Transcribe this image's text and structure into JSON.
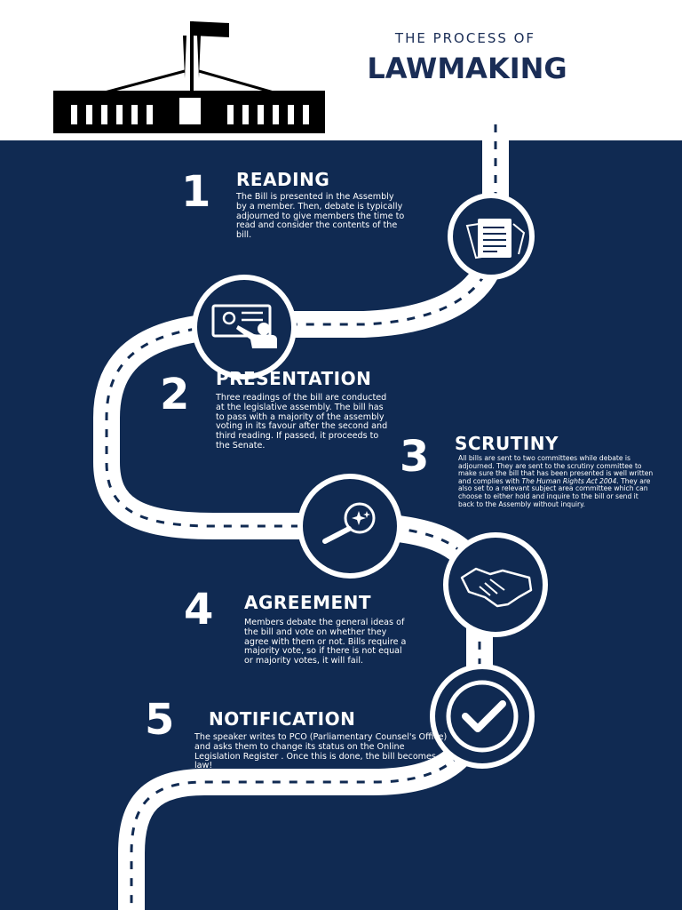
{
  "header": {
    "subtitle": "THE PROCESS OF",
    "title": "LAWMAKING"
  },
  "colors": {
    "navy": "#102a52",
    "white": "#ffffff",
    "title_navy": "#1a2d56"
  },
  "steps": [
    {
      "number": "1",
      "title": "READING",
      "text": "The Bill is presented in the Assembly by a member. Then, debate is typically adjourned to give members the time to read and consider the contents of the bill.",
      "icon": "documents-icon"
    },
    {
      "number": "2",
      "title": "PRESENTATION",
      "text": "Three readings of the bill are conducted at the legislative assembly. The bill has to pass with a majority of the assembly voting in its favour after the second and third reading. If passed, it proceeds to the Senate.",
      "icon": "presenter-icon"
    },
    {
      "number": "3",
      "title": "SCRUTINY",
      "text_before": "All bills are sent to two committees while debate is adjourned. They are sent to the scrutiny committee to make sure the bill that has been presented is well written and complies with ",
      "text_italic": "The Human Rights Act 2004.",
      "text_after": " They are also set to a relevant subject area committee which can choose to either hold and inquire to the bill or send it back to the Assembly without inquiry.",
      "icon": "magnifier-icon"
    },
    {
      "number": "4",
      "title": "AGREEMENT",
      "text": "Members debate the general ideas of the bill and vote on whether they agree with them or not. Bills require a majority vote, so if there is not equal or majority votes, it will fail.",
      "icon": "handshake-icon"
    },
    {
      "number": "5",
      "title": "NOTIFICATION",
      "text": "The speaker writes to PCO (Parliamentary Counsel's Office) and asks them to change its status on the Online Legislation Register . Once this is done, the bill becomes a law!",
      "icon": "checkmark-icon"
    }
  ]
}
